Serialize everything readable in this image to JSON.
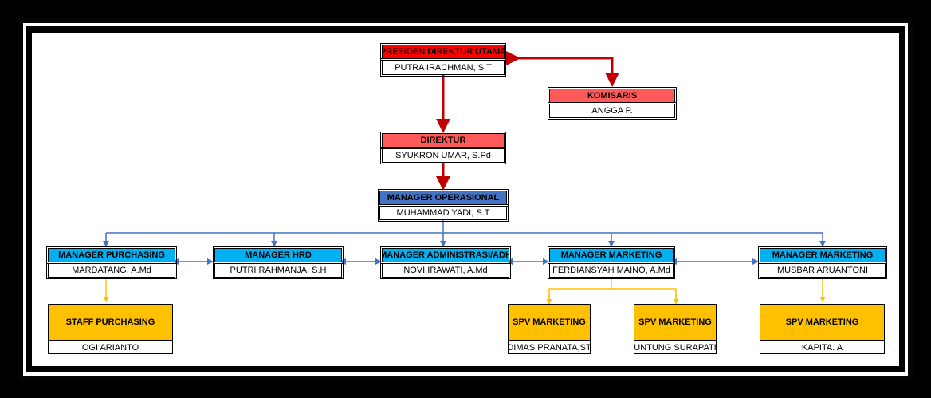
{
  "nodes": {
    "presiden": {
      "title": "PRESIDEN DIREKTUR UTAMA",
      "name": "PUTRA IRACHMAN, S.T"
    },
    "komisaris": {
      "title": "KOMISARIS",
      "name": "ANGGA P."
    },
    "direktur": {
      "title": "DIREKTUR",
      "name": "SYUKRON UMAR, S.Pd"
    },
    "manager_operasional": {
      "title": "MANAGER OPERASIONAL",
      "name": "MUHAMMAD YADI, S.T"
    },
    "manager_purchasing": {
      "title": "MANAGER PURCHASING",
      "name": "MARDATANG, A.Md"
    },
    "manager_hrd": {
      "title": "MANAGER HRD",
      "name": "PUTRI RAHMANJA, S.H"
    },
    "manager_administrasi": {
      "title": "MANAGER ADMINISTRASI/ADH",
      "name": "NOVI IRAWATI, A.Md"
    },
    "manager_marketing_1": {
      "title": "MANAGER MARKETING",
      "name": "FERDIANSYAH MAINO, A.Md"
    },
    "manager_marketing_2": {
      "title": "MANAGER MARKETING",
      "name": "MUSBAR ARUANTONI"
    },
    "staff_purchasing": {
      "title": "STAFF PURCHASING",
      "name": "OGI ARIANTO"
    },
    "spv_marketing_1": {
      "title": "SPV MARKETING",
      "name": "DIMAS PRANATA,ST"
    },
    "spv_marketing_2": {
      "title": "SPV MARKETING",
      "name": "UNTUNG SURAPATI"
    },
    "spv_marketing_3": {
      "title": "SPV MARKETING",
      "name": "KAPITA. A"
    }
  },
  "colors": {
    "red_primary": "#ff0000",
    "red_secondary": "#ff5a5a",
    "navy": "#4472c4",
    "blue": "#00b0f0",
    "gold": "#ffc000",
    "connector_red": "#c00000",
    "connector_blue": "#4472c4",
    "connector_gold": "#ffc000"
  }
}
